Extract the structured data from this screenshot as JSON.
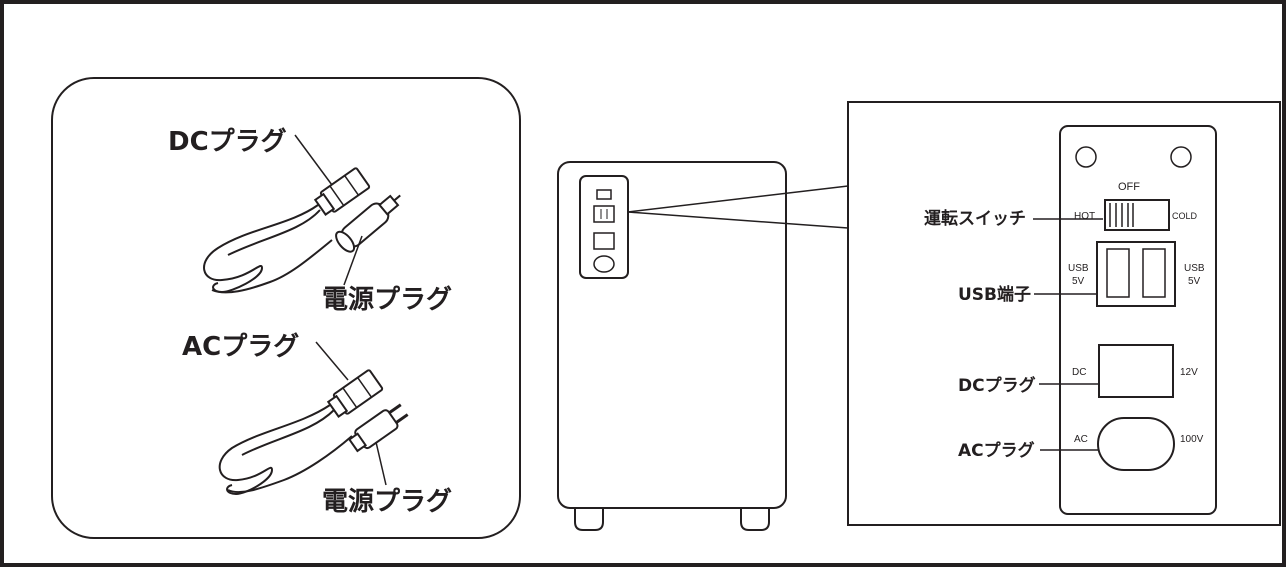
{
  "cords_panel": {
    "dc_plug_label": "DCプラグ",
    "dc_power_plug_label": "電源プラグ",
    "ac_plug_label": "ACプラグ",
    "ac_power_plug_label": "電源プラグ"
  },
  "control_panel": {
    "callouts": {
      "switch": "運転スイッチ",
      "usb": "USB端子",
      "dc": "DCプラグ",
      "ac": "ACプラグ"
    },
    "switch_off": "OFF",
    "switch_hot": "HOT",
    "switch_cold": "COLD",
    "usb_left": [
      "USB",
      "5V"
    ],
    "usb_right": [
      "USB",
      "5V"
    ],
    "dc_left": "DC",
    "dc_right": "12V",
    "ac_left": "AC",
    "ac_right": "100V"
  },
  "colors": {
    "ink": "#231f20",
    "background": "#ffffff"
  }
}
